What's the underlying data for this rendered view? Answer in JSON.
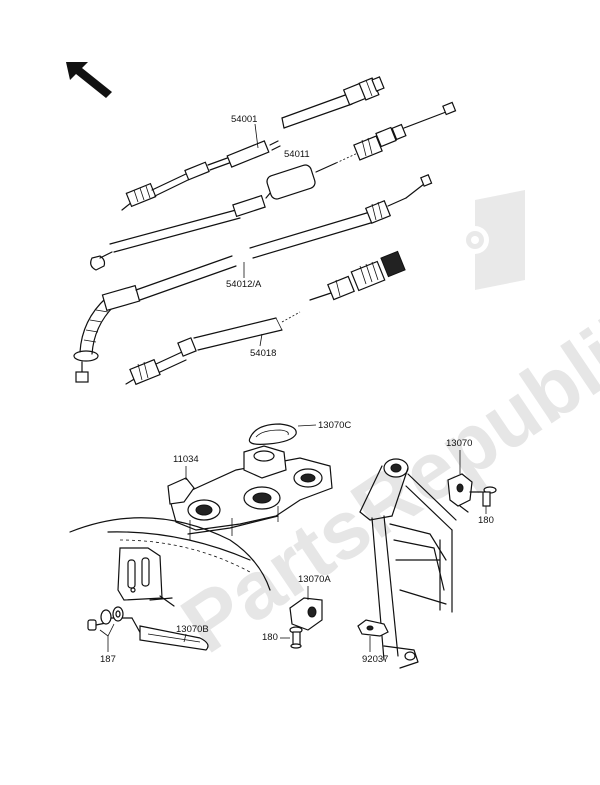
{
  "watermark": {
    "text": "PartsRepublik"
  },
  "labels": {
    "p54001": "54001",
    "p54011": "54011",
    "p54012a": "54012/A",
    "p54018": "54018",
    "p13070c": "13070C",
    "p11034": "11034",
    "p13070": "13070",
    "p180_right": "180",
    "p13070a": "13070A",
    "p180_left": "180",
    "p92037": "92037",
    "p13070b": "13070B",
    "p187": "187"
  }
}
